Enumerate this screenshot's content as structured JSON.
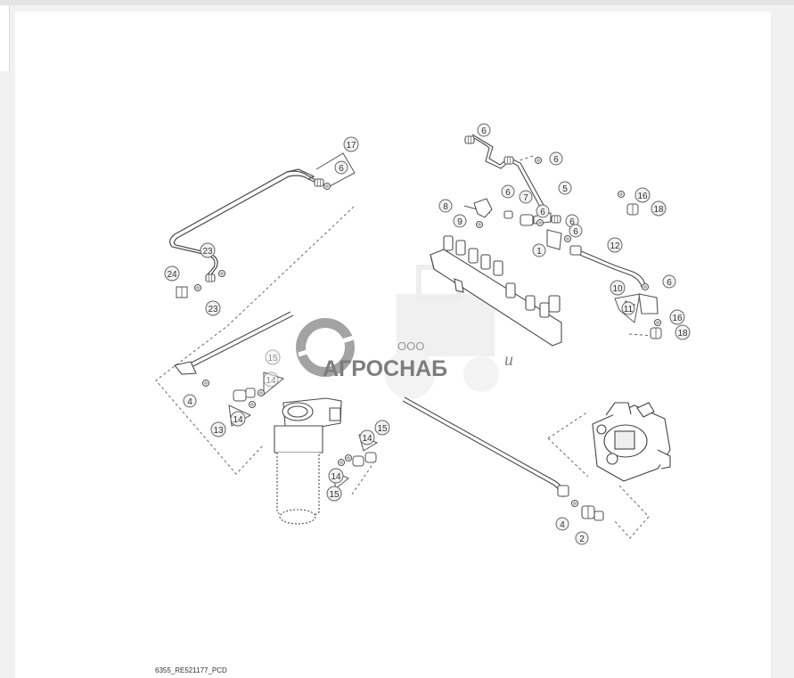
{
  "diagram": {
    "callouts": [
      "6",
      "6",
      "6",
      "6",
      "6",
      "6",
      "6",
      "5",
      "7",
      "8",
      "9",
      "1",
      "12",
      "10",
      "11",
      "16",
      "18",
      "16",
      "18",
      "17",
      "23",
      "24",
      "23",
      "15",
      "14",
      "14",
      "13",
      "4",
      "4",
      "2",
      "15",
      "14",
      "15"
    ],
    "footer_code": "6355_RE521177_PCD"
  },
  "watermark": {
    "company": "ООО",
    "brand": "АГРОСНАБ",
    "tail": "u"
  },
  "colors": {
    "line": "#555555",
    "callout_fill": "#f2f2f2",
    "watermark": "#bdbdbd"
  }
}
